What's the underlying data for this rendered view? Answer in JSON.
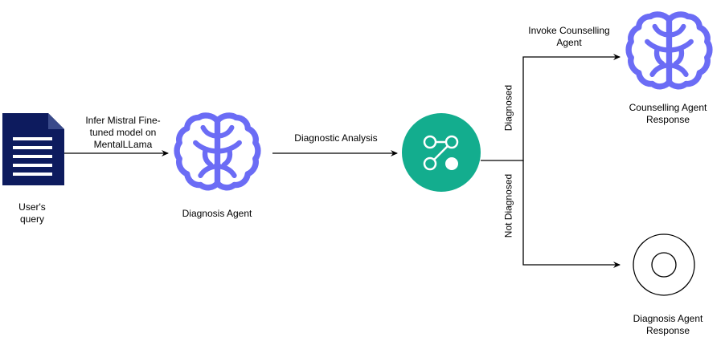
{
  "colors": {
    "doc": "#0d1b5e",
    "brain": "#6b6cf5",
    "router": "#13ad8e",
    "line": "#000000"
  },
  "icons": {
    "query": "document-icon",
    "diagnosis_agent": "brain-icon",
    "router": "router-branch-icon",
    "counselling_agent": "brain-icon",
    "diagnosis_response": "double-circle-icon"
  },
  "nodes": {
    "user_query": {
      "label_line1": "User's",
      "label_line2": "query"
    },
    "diagnosis_agent": {
      "label": "Diagnosis Agent"
    },
    "counselling_response": {
      "label_line1": "Counselling Agent",
      "label_line2": "Response"
    },
    "diagnosis_response": {
      "label_line1": "Diagnosis Agent",
      "label_line2": "Response"
    }
  },
  "edges": {
    "infer": {
      "line1": "Infer Mistral Fine-",
      "line2": "tuned model on",
      "line3": "MentalLLama"
    },
    "analysis": {
      "label": "Diagnostic Analysis"
    },
    "diagnosed": {
      "label": "Diagnosed"
    },
    "not_diagnosed": {
      "label": "Not Diagnosed"
    },
    "invoke": {
      "line1": "Invoke Counselling",
      "line2": "Agent"
    }
  }
}
